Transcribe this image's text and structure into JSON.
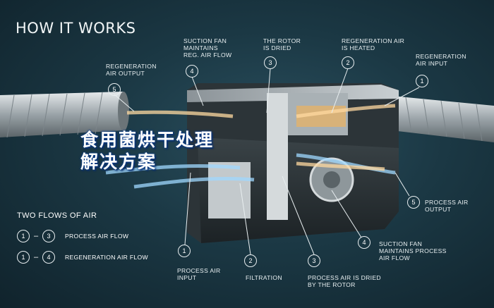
{
  "title": "HOW IT WORKS",
  "overlay_text": "食用菌烘干处理解决方案",
  "callouts_top": [
    {
      "num": "5",
      "label": "REGENERATION\nAIR OUTPUT"
    },
    {
      "num": "4",
      "label": "SUCTION FAN\nMAINTAINS\nREG. AIR FLOW"
    },
    {
      "num": "3",
      "label": "THE ROTOR\nIS DRIED"
    },
    {
      "num": "2",
      "label": "REGENERATION AIR\nIS HEATED"
    },
    {
      "num": "1",
      "label": "REGENERATION\nAIR INPUT"
    }
  ],
  "callouts_bottom": [
    {
      "num": "1",
      "label": "PROCESS AIR\nINPUT"
    },
    {
      "num": "2",
      "label": "FILTRATION"
    },
    {
      "num": "3",
      "label": "PROCESS AIR IS DRIED\nBY THE ROTOR"
    },
    {
      "num": "4",
      "label": "SUCTION FAN\nMAINTAINS PROCESS\nAIR FLOW"
    },
    {
      "num": "5",
      "label": "PROCESS AIR\nOUTPUT"
    }
  ],
  "flows": {
    "heading": "TWO FLOWS OF AIR",
    "items": [
      {
        "from": "1",
        "sep": "–",
        "to": "3",
        "label": "PROCESS AIR FLOW"
      },
      {
        "from": "1",
        "sep": "–",
        "to": "4",
        "label": "REGENERATION AIR FLOW"
      }
    ]
  },
  "colors": {
    "process_air": "#9fd8ff",
    "regeneration_air": "#ffd9a0",
    "accent_blue": "#0d3f8c"
  }
}
